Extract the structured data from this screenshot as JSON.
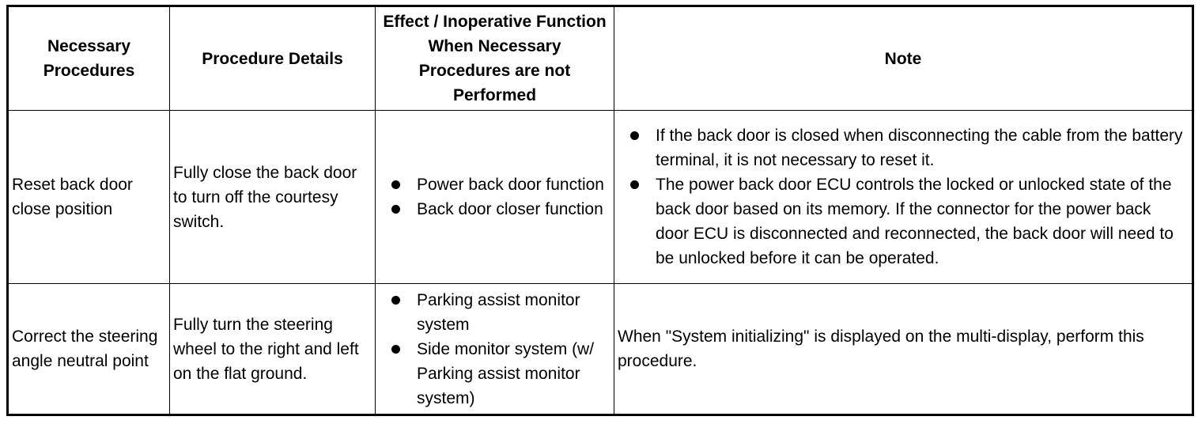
{
  "headers": [
    "Necessary Procedures",
    "Procedure Details",
    "Effect / Inoperative Function When Necessary Procedures are not Performed",
    "Note"
  ],
  "rows": [
    {
      "procedure": "Reset back door close position",
      "details": "Fully close the back door to turn off the courtesy switch.",
      "effects": [
        "Power back door function",
        "Back door closer function"
      ],
      "notes": [
        "If the back door is closed when disconnecting the cable from the battery terminal, it is not necessary to reset it.",
        "The power back door ECU controls the locked or unlocked state of the back door based on its memory. If the connector for the power back door ECU is disconnected and reconnected, the back door will need to be unlocked before it can be operated."
      ]
    },
    {
      "procedure": "Correct the steering angle neutral point",
      "details": "Fully turn the steering wheel to the right and left on the flat ground.",
      "effects": [
        "Parking assist monitor system",
        "Side monitor system (w/ Parking assist monitor system)"
      ],
      "note_text": "When \"System initializing\" is displayed on the multi-display, perform this procedure."
    }
  ]
}
